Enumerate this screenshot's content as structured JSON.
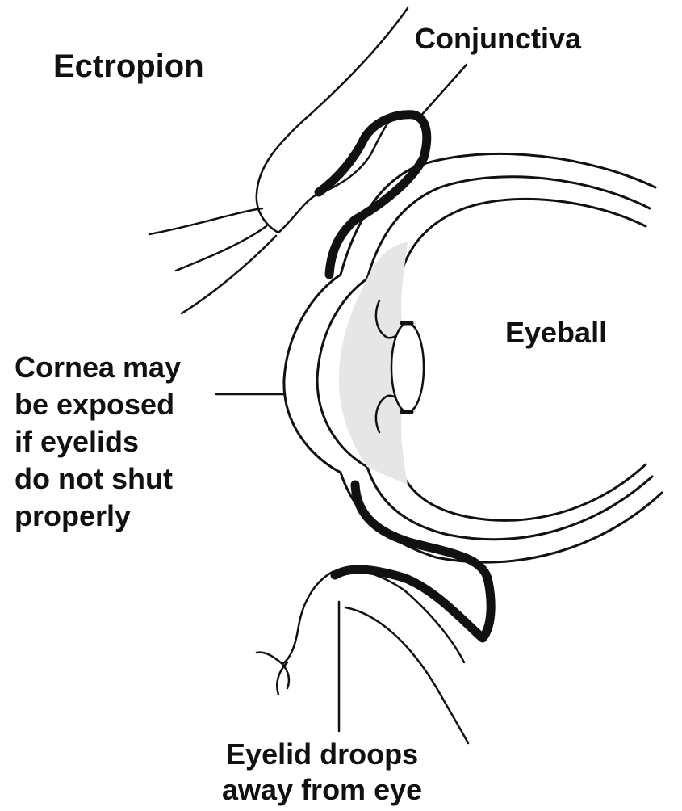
{
  "diagram": {
    "title": "Ectropion",
    "labels": {
      "conjunctiva": "Conjunctiva",
      "eyeball": "Eyeball",
      "cornea_lines": [
        "Cornea may",
        "be exposed",
        "if eyelids",
        "do not shut",
        "properly"
      ],
      "eyelid_lines": [
        "Eyelid droops",
        "away from eye"
      ]
    },
    "colors": {
      "ink": "#111111",
      "background": "#ffffff",
      "stipple": "#cfcfcf"
    }
  }
}
